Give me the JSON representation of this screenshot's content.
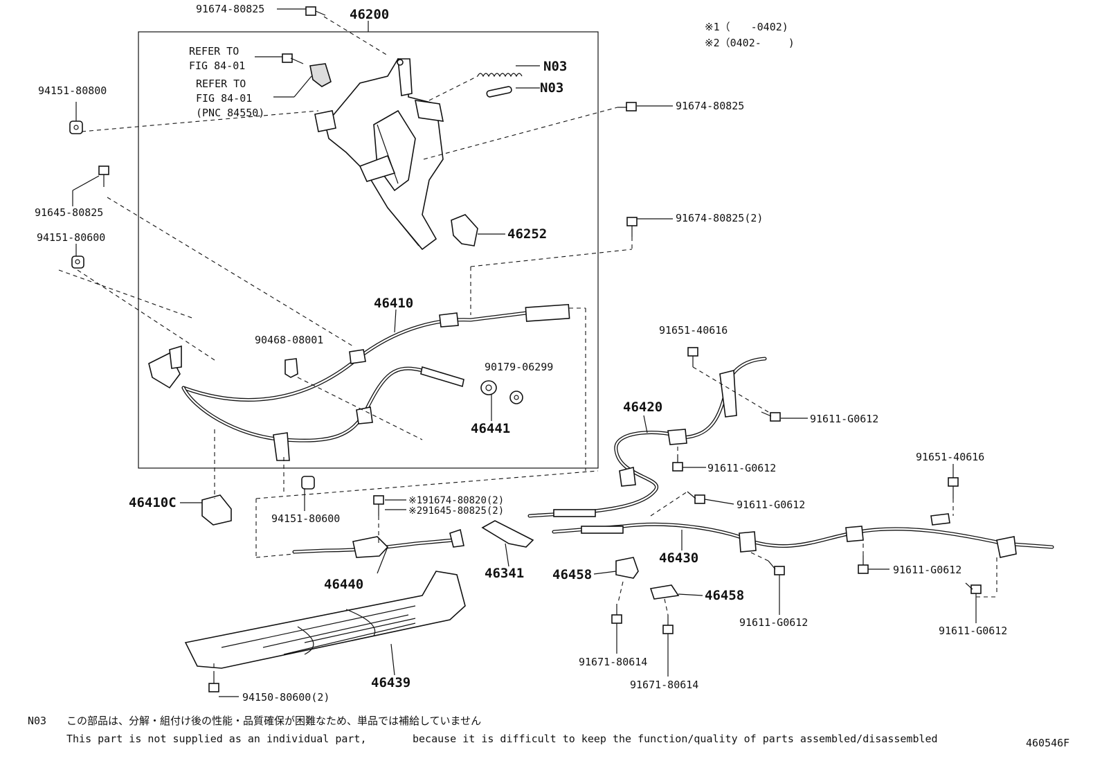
{
  "notes": {
    "mark1": "※1（　　-0402)",
    "mark2": "※2（0402-　　 )"
  },
  "parts": {
    "p46200": "46200",
    "p46252": "46252",
    "p46410": "46410",
    "p46410c": "46410C",
    "p46441": "46441",
    "p46420": "46420",
    "p46430": "46430",
    "p46440": "46440",
    "p46341": "46341",
    "p46458a": "46458",
    "p46458b": "46458",
    "p46439": "46439",
    "n03a": "N03",
    "n03b": "N03",
    "bolt_91674_80825_top": "91674-80825",
    "bolt_91674_80825_right": "91674-80825",
    "bolt_91674_80825_2": "91674-80825(2)",
    "nut_94151_80800": "94151-80800",
    "bolt_91645_80825": "91645-80825",
    "nut_94151_80600_left": "94151-80600",
    "nut_94151_80600_mid": "94151-80600",
    "clip_90468_08001": "90468-08001",
    "bush_90179_06299": "90179-06299",
    "bolt_91651_40616_a": "91651-40616",
    "bolt_91651_40616_b": "91651-40616",
    "bolt_91611_g0612_1": "91611-G0612",
    "bolt_91611_g0612_2": "91611-G0612",
    "bolt_91611_g0612_3": "91611-G0612",
    "bolt_91611_g0612_4": "91611-G0612",
    "bolt_91611_g0612_5": "91611-G0612",
    "bolt_91611_g0612_6": "91611-G0612",
    "bolt_91674_80820": "※191674-80820(2)",
    "bolt_91645_80825_2": "※291645-80825(2)",
    "bolt_91671_80614_a": "91671-80614",
    "bolt_91671_80614_b": "91671-80614",
    "bolt_94150_80600": "94150-80600(2)"
  },
  "refer": {
    "ref1_line1": "REFER TO",
    "ref1_line2": "FIG 84-01",
    "ref2_line1": "REFER TO",
    "ref2_line2": "FIG 84-01",
    "ref2_line3": "(PNC 84550)"
  },
  "footer": {
    "code": "N03",
    "jp": "この部品は、分解・組付け後の性能・品質確保が困難なため、単品では補給していません",
    "en1": "This part is not supplied as an individual part,",
    "en2": "because it is difficult to keep the function/quality of parts assembled/disassembled",
    "figure_id": "460546F"
  }
}
